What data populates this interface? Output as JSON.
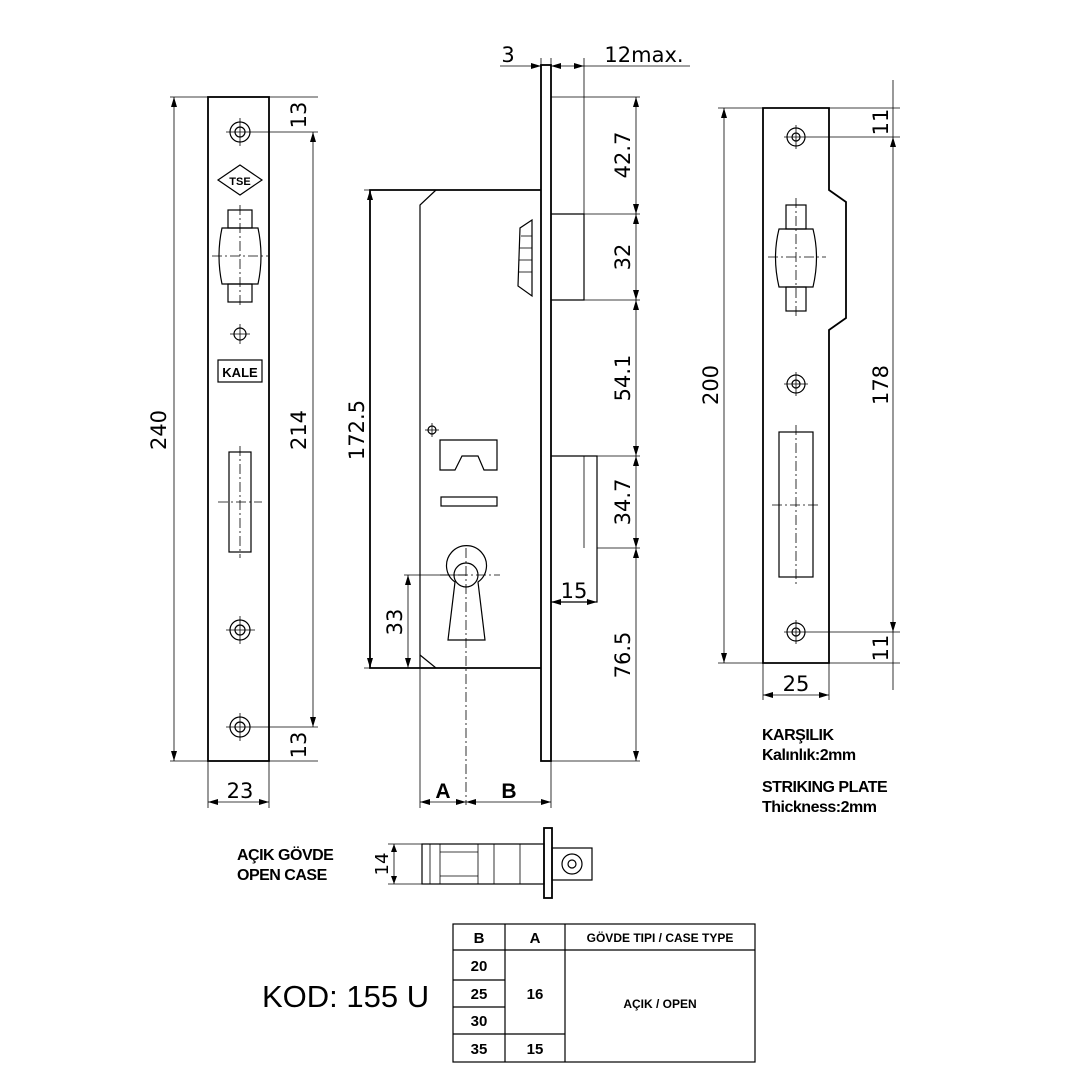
{
  "faceplate": {
    "dims": {
      "length": "240",
      "inner": "214",
      "top": "13",
      "bottom": "13",
      "width": "23"
    },
    "logos": {
      "tse": "TSE",
      "kale": "KALE"
    }
  },
  "lock_body": {
    "dims": {
      "face_thickness": "3",
      "latch_max": "12max.",
      "d1": "42.7",
      "d2": "32",
      "d3": "54.1",
      "d4": "34.7",
      "d5": "76.5",
      "body_height": "172.5",
      "cylinder": "33",
      "bolt": "15"
    },
    "labels": {
      "a": "A",
      "b": "B"
    }
  },
  "striking_plate": {
    "dims": {
      "height": "200",
      "inner": "178",
      "top": "11",
      "bottom": "11",
      "width": "25"
    },
    "caption_tr_1": "KARŞILIK",
    "caption_tr_2": "Kalınlık:2mm",
    "caption_en_1": "STRIKING PLATE",
    "caption_en_2": "Thickness:2mm"
  },
  "open_case": {
    "label_tr": "AÇIK GÖVDE",
    "label_en": "OPEN CASE",
    "dim": "14"
  },
  "code": "KOD: 155 U",
  "table": {
    "headers": [
      "B",
      "A",
      "GÖVDE TIPI / CASE TYPE"
    ],
    "b_values": [
      "20",
      "25",
      "30",
      "35"
    ],
    "a_values": [
      "16",
      "15"
    ],
    "case_type": "AÇIK / OPEN"
  }
}
